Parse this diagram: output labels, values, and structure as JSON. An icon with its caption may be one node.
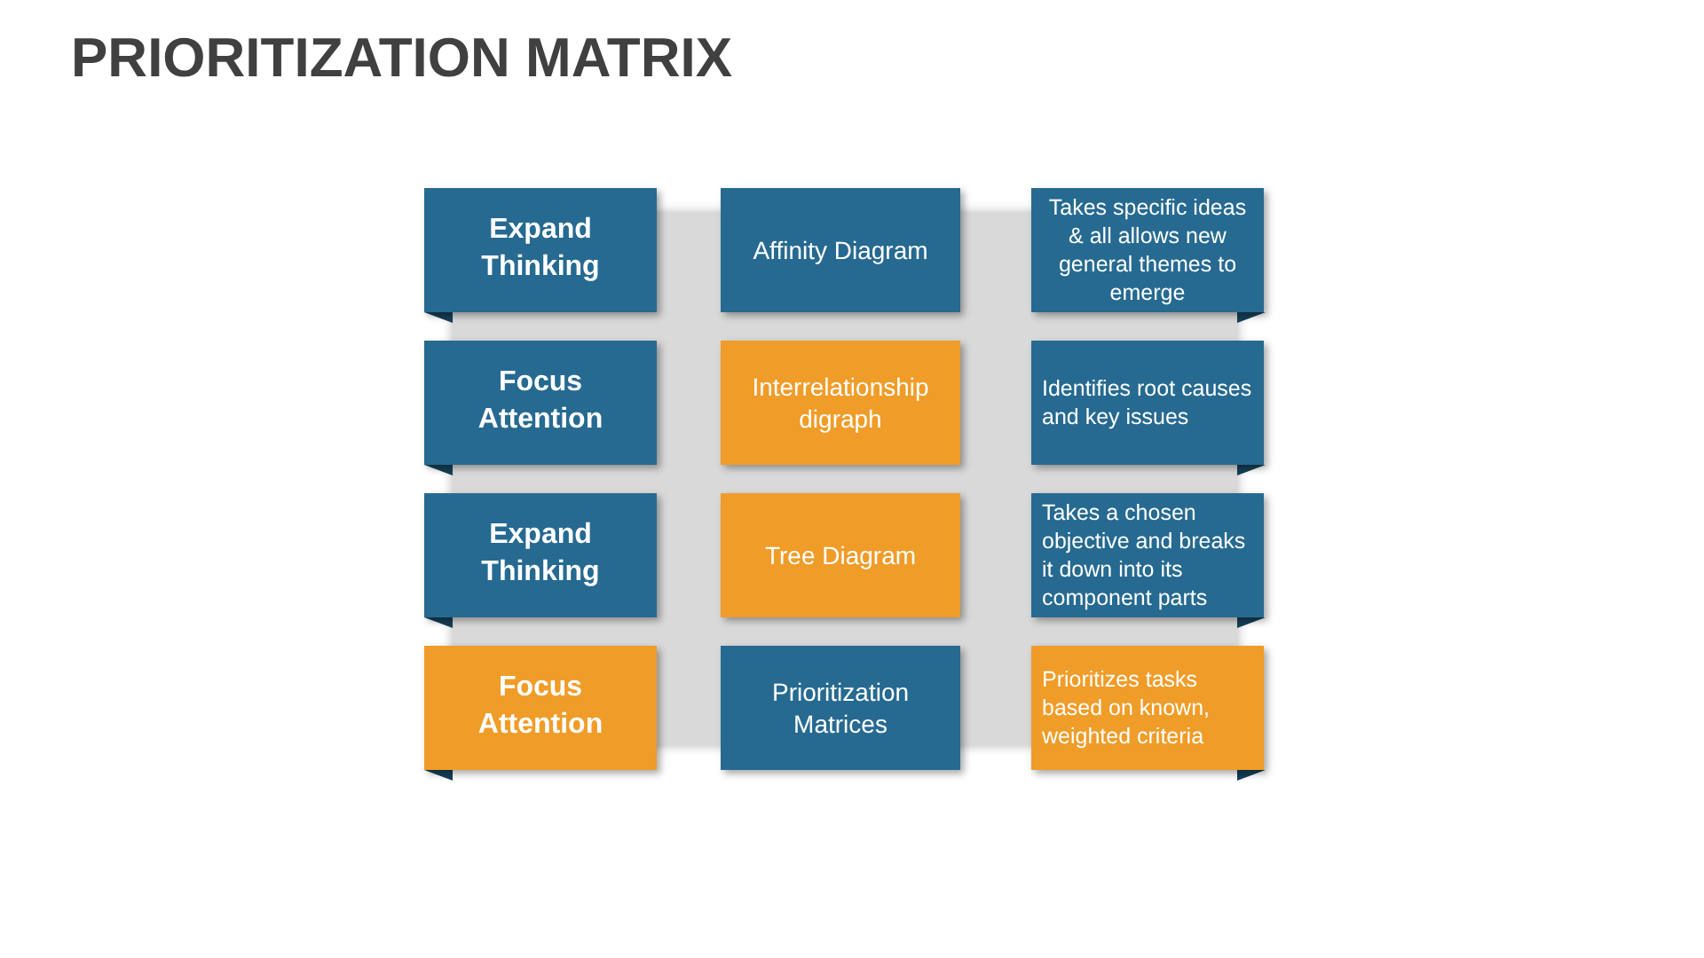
{
  "diagram": {
    "title": "PRIORITIZATION MATRIX",
    "nodes": [
      {
        "text": [
          "Expand Thinking"
        ]
      },
      {
        "text": [
          "Affinity Diagram"
        ]
      },
      {
        "text": [
          "Takes specific ideas & all allows new general themes to emerge"
        ]
      },
      {
        "text": [
          "Focus Attention"
        ]
      },
      {
        "text": [
          "Interrelationship digraph"
        ]
      },
      {
        "text": [
          "Identifies root causes and key issues"
        ]
      },
      {
        "text": [
          "Expand Thinking"
        ]
      },
      {
        "text": [
          "Tree Diagram"
        ]
      },
      {
        "text": [
          "Takes a chosen objective and breaks it down into its component parts"
        ]
      },
      {
        "text": [
          "Focus Attention"
        ]
      },
      {
        "text": [
          "Prioritization Matrices"
        ]
      },
      {
        "text": [
          "Prioritizes tasks based on known, weighted criteria"
        ]
      }
    ]
  }
}
